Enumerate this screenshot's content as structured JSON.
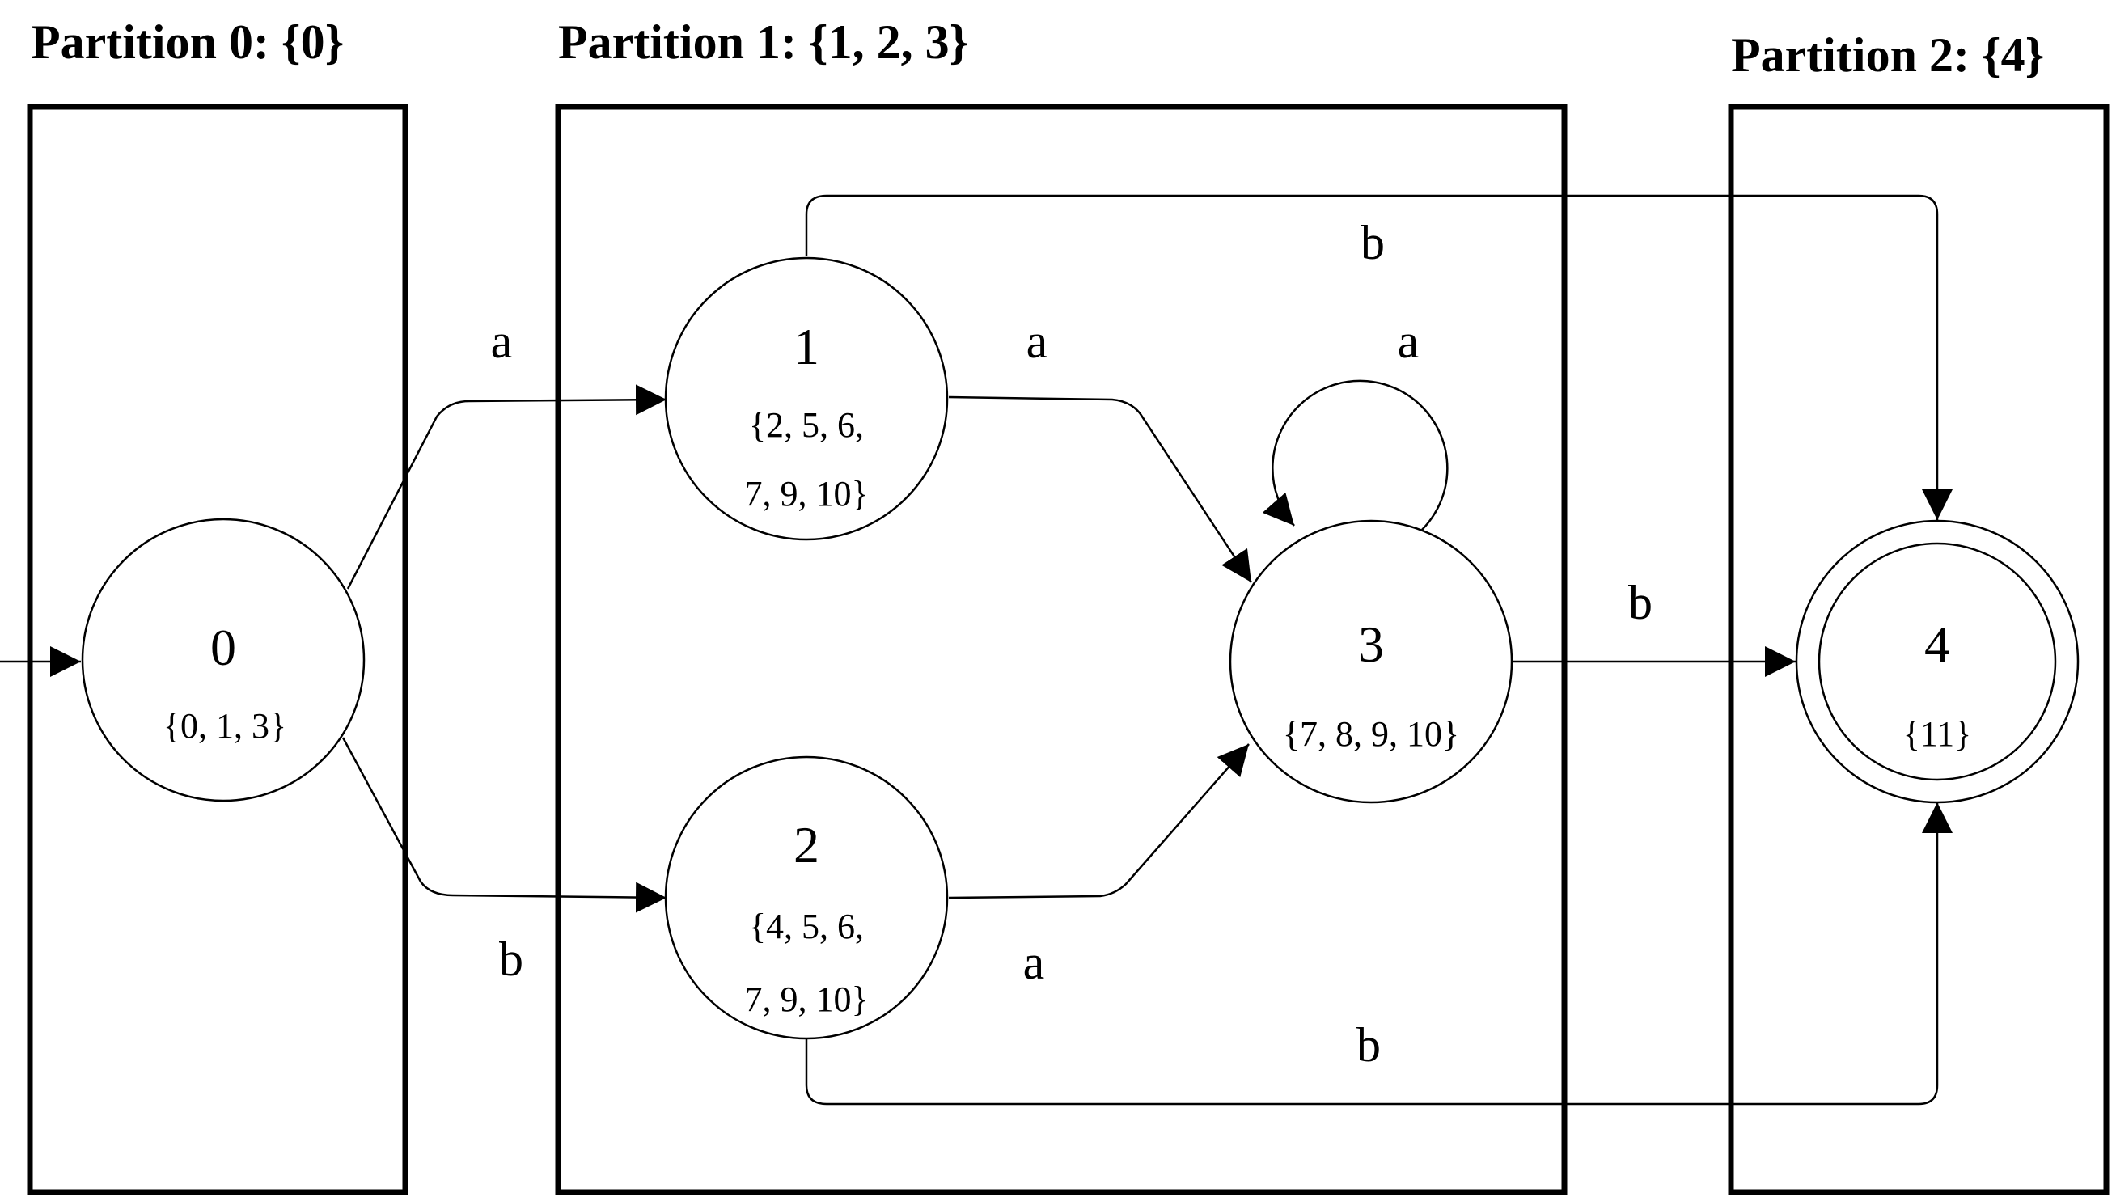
{
  "partitions": [
    {
      "title": "Partition 0: {0}"
    },
    {
      "title": "Partition 1: {1, 2, 3}"
    },
    {
      "title": "Partition 2: {4}"
    }
  ],
  "states": [
    {
      "id": "0",
      "set_line1": "{0, 1, 3}",
      "set_line2": "",
      "start": true,
      "accepting": false
    },
    {
      "id": "1",
      "set_line1": "{2, 5, 6,",
      "set_line2": "7, 9, 10}",
      "start": false,
      "accepting": false
    },
    {
      "id": "2",
      "set_line1": "{4, 5, 6,",
      "set_line2": "7, 9, 10}",
      "start": false,
      "accepting": false
    },
    {
      "id": "3",
      "set_line1": "{7, 8, 9, 10}",
      "set_line2": "",
      "start": false,
      "accepting": false
    },
    {
      "id": "4",
      "set_line1": "{11}",
      "set_line2": "",
      "start": false,
      "accepting": true
    }
  ],
  "transitions": [
    {
      "from": "0",
      "to": "1",
      "label": "a"
    },
    {
      "from": "0",
      "to": "2",
      "label": "b"
    },
    {
      "from": "1",
      "to": "3",
      "label": "a"
    },
    {
      "from": "1",
      "to": "4",
      "label": "b"
    },
    {
      "from": "2",
      "to": "3",
      "label": "a"
    },
    {
      "from": "2",
      "to": "4",
      "label": "b"
    },
    {
      "from": "3",
      "to": "3",
      "label": "a"
    },
    {
      "from": "3",
      "to": "4",
      "label": "b"
    }
  ],
  "colors": {
    "stroke": "#000000",
    "background": "#ffffff"
  }
}
